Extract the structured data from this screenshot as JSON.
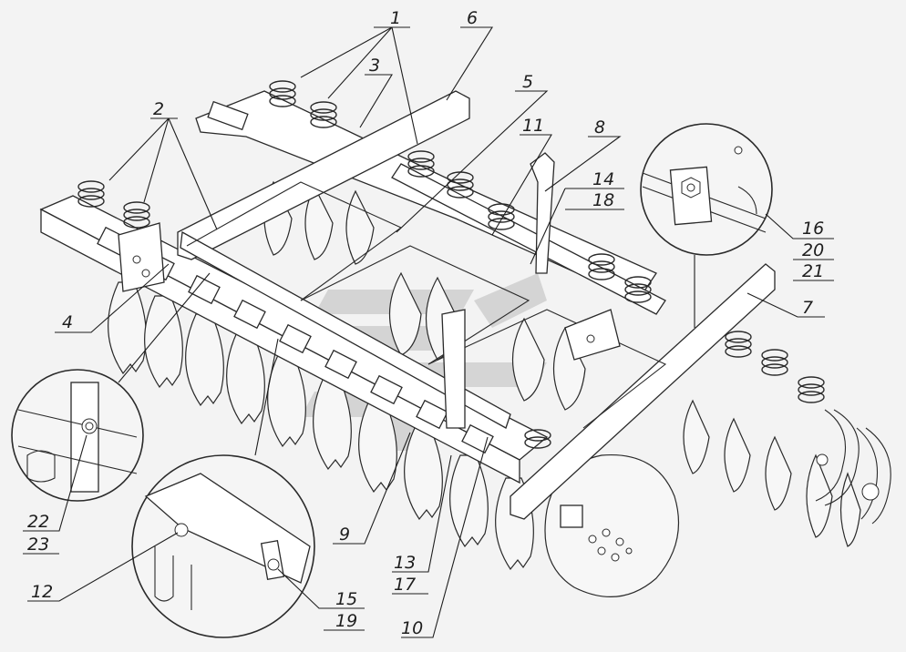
{
  "callouts": [
    {
      "id": "1",
      "text": "1"
    },
    {
      "id": "2",
      "text": "2"
    },
    {
      "id": "3",
      "text": "3"
    },
    {
      "id": "4",
      "text": "4"
    },
    {
      "id": "5",
      "text": "5"
    },
    {
      "id": "6",
      "text": "6"
    },
    {
      "id": "7",
      "text": "7"
    },
    {
      "id": "8",
      "text": "8"
    },
    {
      "id": "9",
      "text": "9"
    },
    {
      "id": "10",
      "text": "10"
    },
    {
      "id": "11",
      "text": "11"
    },
    {
      "id": "12",
      "text": "12"
    },
    {
      "id": "13",
      "text": "13"
    },
    {
      "id": "14",
      "text": "14"
    },
    {
      "id": "15",
      "text": "15"
    },
    {
      "id": "16",
      "text": "16"
    },
    {
      "id": "17",
      "text": "17"
    },
    {
      "id": "18",
      "text": "18"
    },
    {
      "id": "19",
      "text": "19"
    },
    {
      "id": "20",
      "text": "20"
    },
    {
      "id": "21",
      "text": "21"
    },
    {
      "id": "22",
      "text": "22"
    },
    {
      "id": "23",
      "text": "23"
    }
  ],
  "watermark": {
    "shape": "logo-mark",
    "color": "#c8c8c8"
  }
}
